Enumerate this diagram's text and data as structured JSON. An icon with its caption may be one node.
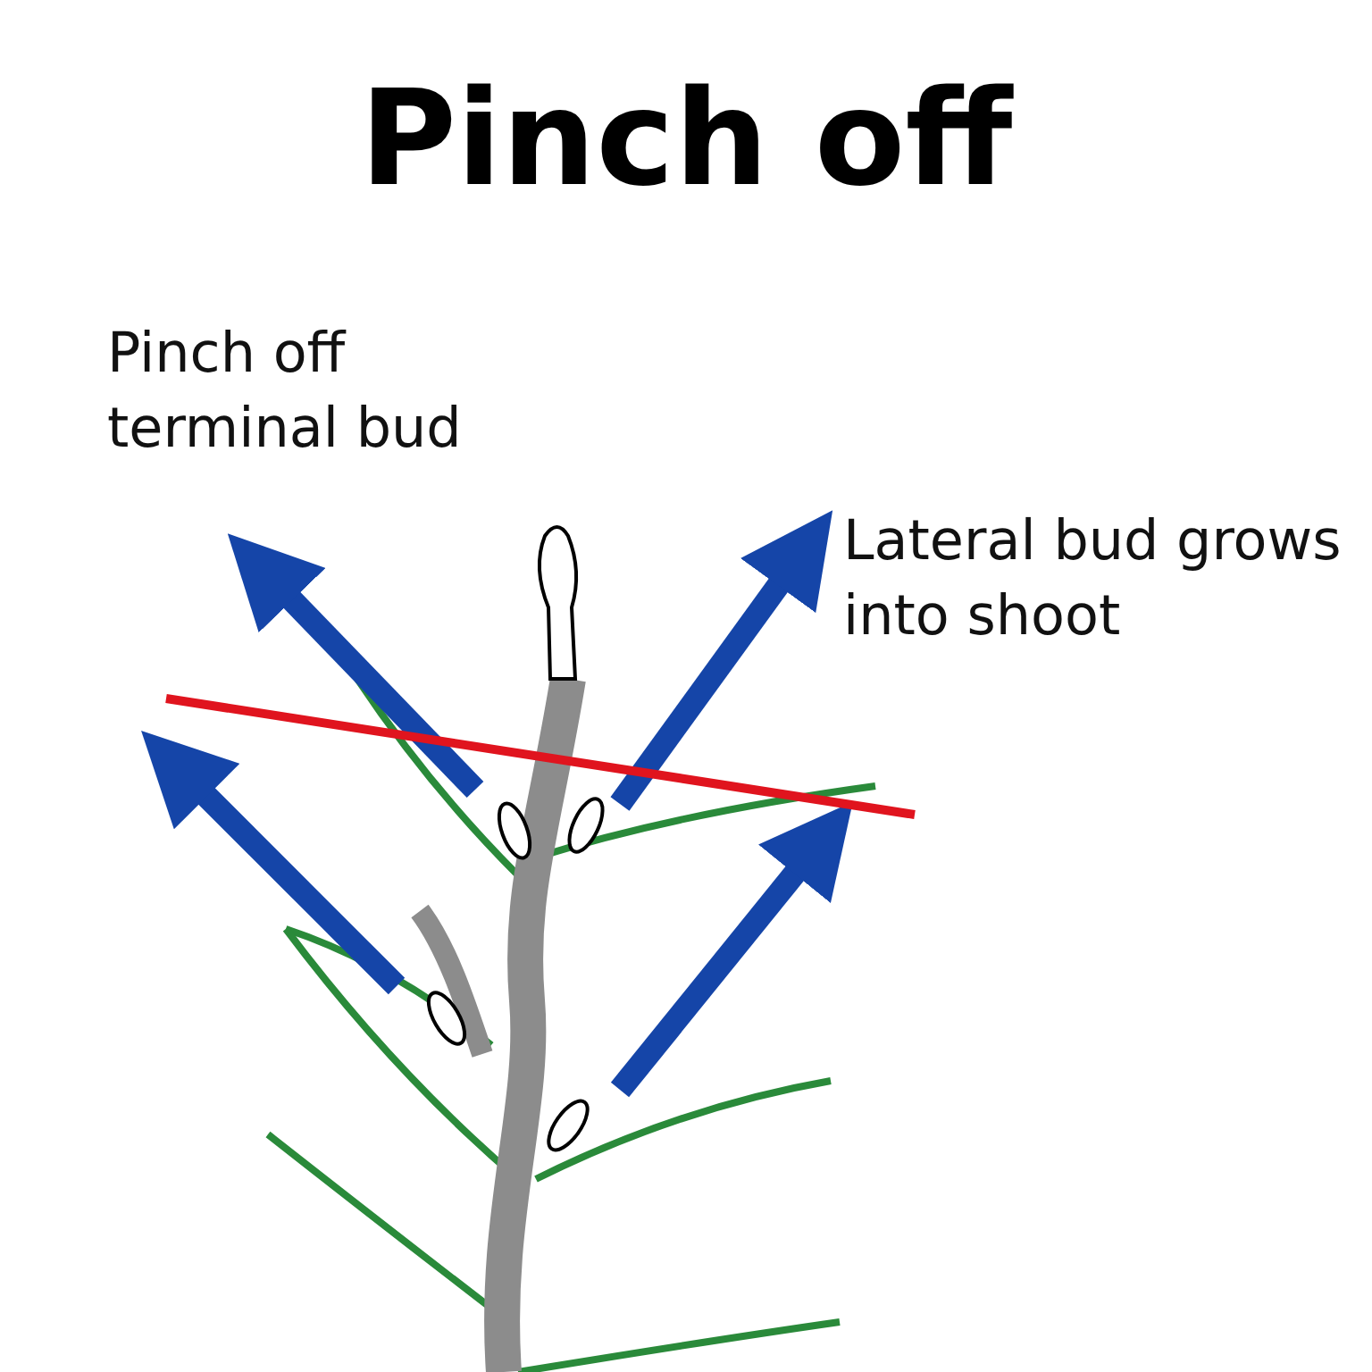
{
  "diagram": {
    "title": "Pinch off",
    "labels": [
      "Pinch off terminal bud",
      "Lateral bud grows into shoot"
    ]
  }
}
